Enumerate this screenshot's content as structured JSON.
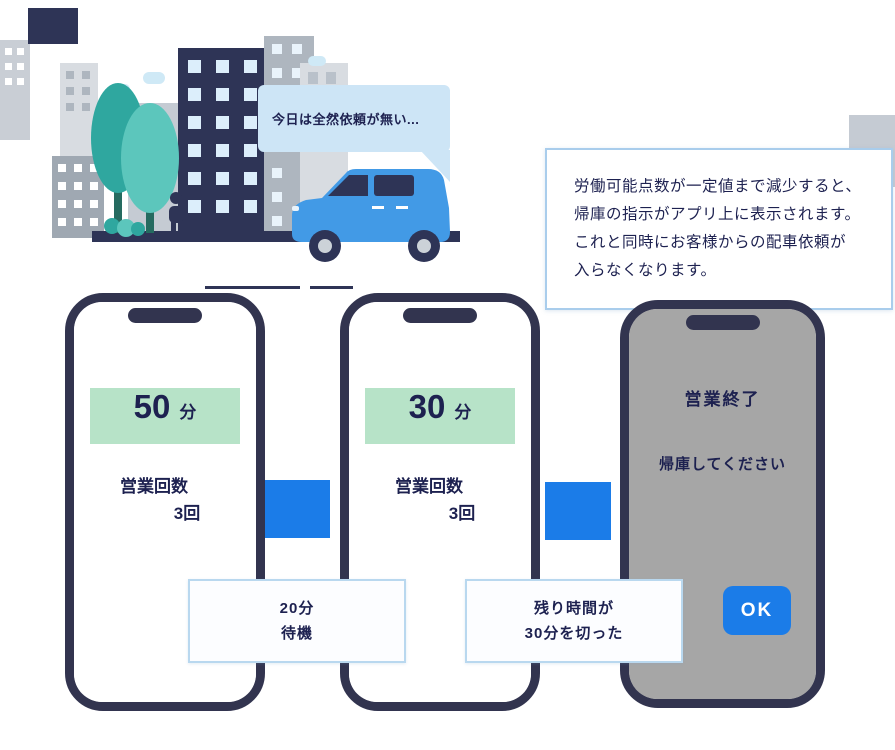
{
  "scene": {
    "speech_bubble": "今日は全然依頼が無い...",
    "elements": [
      "city-buildings",
      "trees",
      "taxi-car",
      "driver-person",
      "clouds",
      "speech-bubble"
    ]
  },
  "info_box": {
    "lines": [
      "労働可能点数が一定値まで減少すると、",
      "帰庫の指示がアプリ上に表示されます。",
      "これと同時にお客様からの配車依頼が",
      "入らなくなります。"
    ]
  },
  "phones": {
    "phone1": {
      "minutes": "50",
      "unit": "分",
      "label": "営業回数",
      "count": "3回"
    },
    "phone2": {
      "minutes": "30",
      "unit": "分",
      "label": "営業回数",
      "count": "3回"
    },
    "phone3": {
      "title": "営業終了",
      "message": "帰庫してください",
      "ok_label": "OK"
    }
  },
  "captions": {
    "wait": {
      "line1": "20分",
      "line2": "待機"
    },
    "remaining": {
      "line1": "残り時間が",
      "line2": "30分を切った"
    }
  },
  "colors": {
    "accent_blue": "#1b7ce8",
    "mint_green": "#b7e3c8",
    "navy_text": "#1d2150",
    "phone_frame": "#32344f",
    "bubble_blue": "#cde5f6",
    "info_border": "#a9cdec",
    "tree_teal": "#2fa79f",
    "car_blue": "#429ae6",
    "screen_gray": "#a6a6a6"
  }
}
